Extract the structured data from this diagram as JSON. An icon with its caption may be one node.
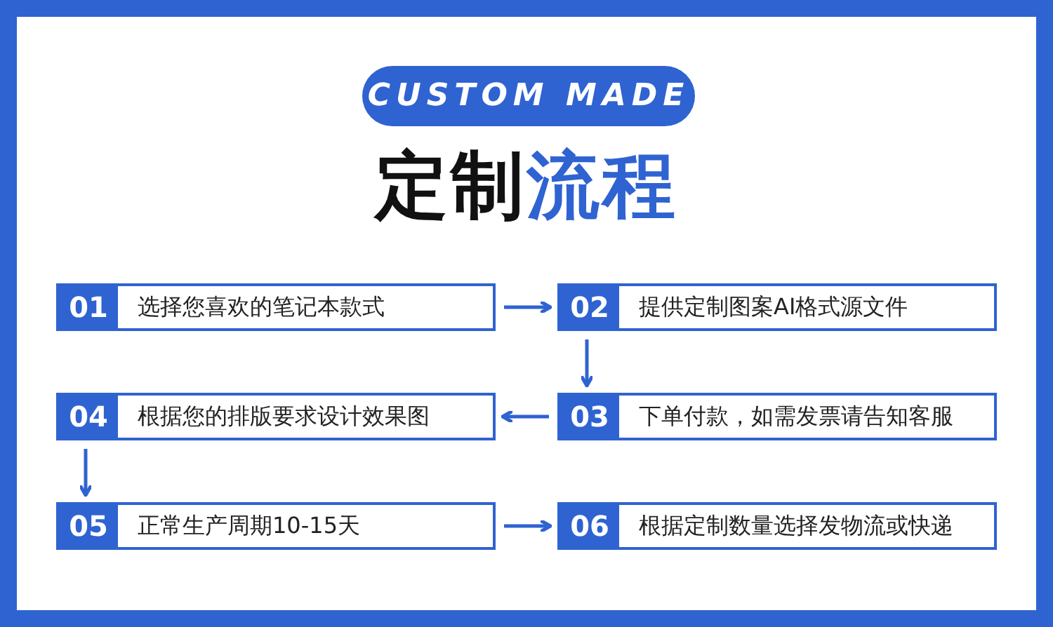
{
  "diagram": {
    "title": "定制流程",
    "nodes": [
      {
        "text": [
          "01",
          "选择您喜欢的笔记本款式"
        ]
      },
      {
        "text": [
          "02",
          "提供定制图案AI格式源文件"
        ]
      },
      {
        "text": [
          "04",
          "根据您的排版要求设计效果图"
        ]
      },
      {
        "text": [
          "03",
          "下单付款，如需发票请告知客服"
        ]
      },
      {
        "text": [
          "05",
          "正常生产周期10-15天"
        ]
      },
      {
        "text": [
          "06",
          "根据定制数量选择发物流或快递"
        ]
      }
    ],
    "edges": [
      {
        "from": 0,
        "to": 1,
        "arrow": "to"
      },
      {
        "from": 1,
        "to": 3,
        "arrow": "to"
      },
      {
        "from": 3,
        "to": 2,
        "arrow": "to"
      },
      {
        "from": 2,
        "to": 4,
        "arrow": "to"
      },
      {
        "from": 4,
        "to": 5,
        "arrow": "to"
      }
    ],
    "labels": [
      "CUSTOM MADE"
    ]
  }
}
